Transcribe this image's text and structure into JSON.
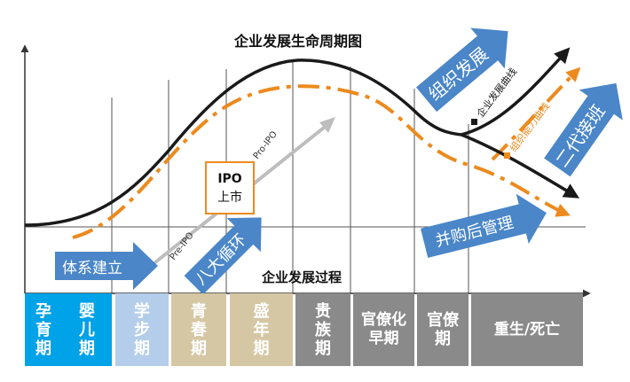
{
  "title": "企业发展生命周期图",
  "x_axis_label": "企业发展过程",
  "curves": {
    "development": "企业发展曲线",
    "capability": "组织能力曲线"
  },
  "ipo": {
    "line1": "IPO",
    "line2": "上市"
  },
  "pre_ipo_label": "Pre-IPO",
  "pro_ipo_label": "Pro-IPO",
  "arrows": {
    "system": "体系建立",
    "cycle": "八大循环",
    "org_dev": "组织发展",
    "succession": "二代接班",
    "mna": "并购后管理"
  },
  "stages": [
    {
      "label": "孕\n育\n期",
      "color": "#00a2e8"
    },
    {
      "label": "婴\n儿\n期",
      "color": "#00a2e8"
    },
    {
      "label": "学\n步\n期",
      "color": "#b4cdea"
    },
    {
      "label": "青\n春\n期",
      "color": "#d6c7a4"
    },
    {
      "label": "盛\n年\n期",
      "color": "#d6c7a4"
    },
    {
      "label": "贵\n族\n期",
      "color": "#8a8a8a"
    },
    {
      "label": "官僚化\n早期",
      "color": "#8a8a8a"
    },
    {
      "label": "官僚\n期",
      "color": "#8a8a8a"
    },
    {
      "label": "重生/死亡",
      "color": "#8a8a8a"
    }
  ],
  "colors": {
    "accent_orange": "#ec8a1e",
    "arrow_blue": "#4a86c8",
    "grey_arrow": "#bdbdbd",
    "curve": "#1a1a1a"
  }
}
